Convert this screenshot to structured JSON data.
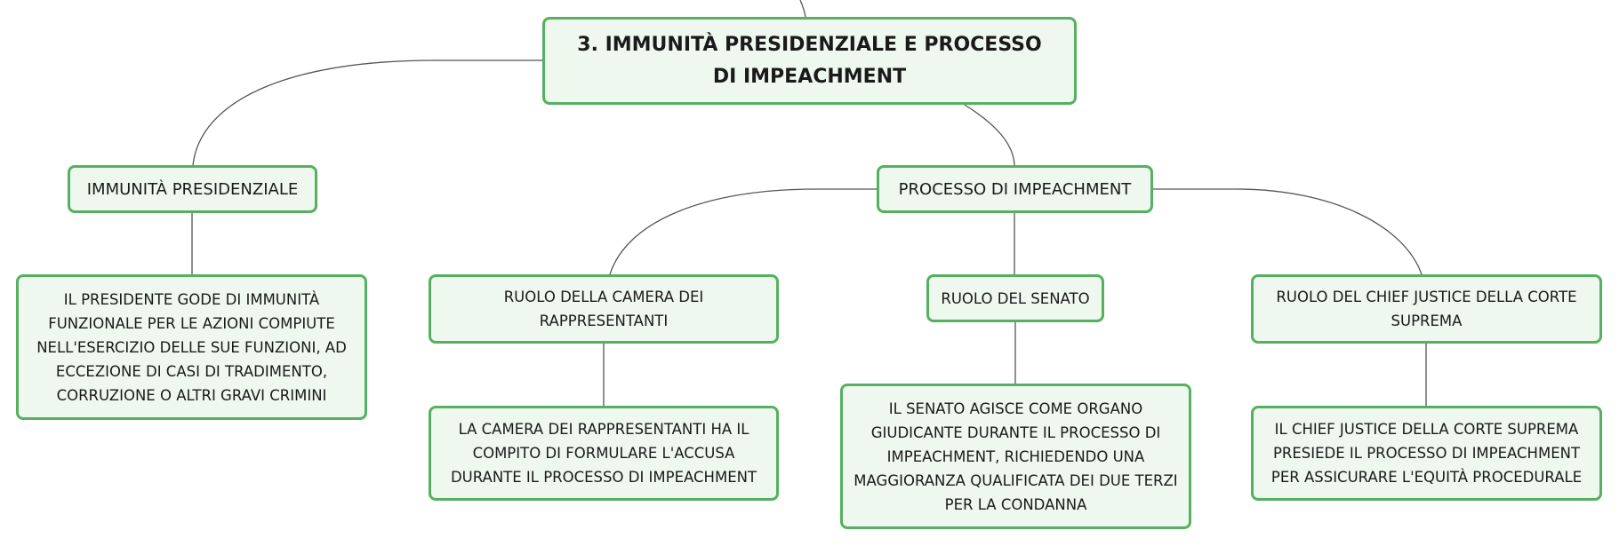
{
  "diagram": {
    "root": {
      "label": "3. IMMUNITÀ PRESIDENZIALE E PROCESSO DI IMPEACHMENT"
    },
    "branches": [
      {
        "label": "IMMUNITÀ PRESIDENZIALE",
        "detail": "IL PRESIDENTE GODE DI IMMUNITÀ FUNZIONALE PER LE AZIONI COMPIUTE NELL'ESERCIZIO DELLE SUE FUNZIONI, AD ECCEZIONE DI CASI DI TRADIMENTO, CORRUZIONE O ALTRI GRAVI CRIMINI"
      },
      {
        "label": "PROCESSO DI IMPEACHMENT",
        "children": [
          {
            "label": "RUOLO DELLA CAMERA DEI RAPPRESENTANTI",
            "detail": "LA CAMERA DEI RAPPRESENTANTI HA IL COMPITO DI FORMULARE L'ACCUSA DURANTE IL PROCESSO DI IMPEACHMENT"
          },
          {
            "label": "RUOLO DEL SENATO",
            "detail": "IL SENATO AGISCE COME ORGANO GIUDICANTE DURANTE IL PROCESSO DI IMPEACHMENT, RICHIEDENDO UNA MAGGIORANZA QUALIFICATA DEI DUE TERZI PER LA CONDANNA"
          },
          {
            "label": "RUOLO DEL CHIEF JUSTICE DELLA CORTE SUPREMA",
            "detail": "IL CHIEF JUSTICE DELLA CORTE SUPREMA PRESIEDE IL PROCESSO DI IMPEACHMENT PER ASSICURARE L'EQUITÀ PROCEDURALE"
          }
        ]
      }
    ]
  },
  "colors": {
    "node_fill": "#eef8ef",
    "node_border": "#55b15f",
    "connector": "#555555",
    "text": "#1a1a1a"
  }
}
